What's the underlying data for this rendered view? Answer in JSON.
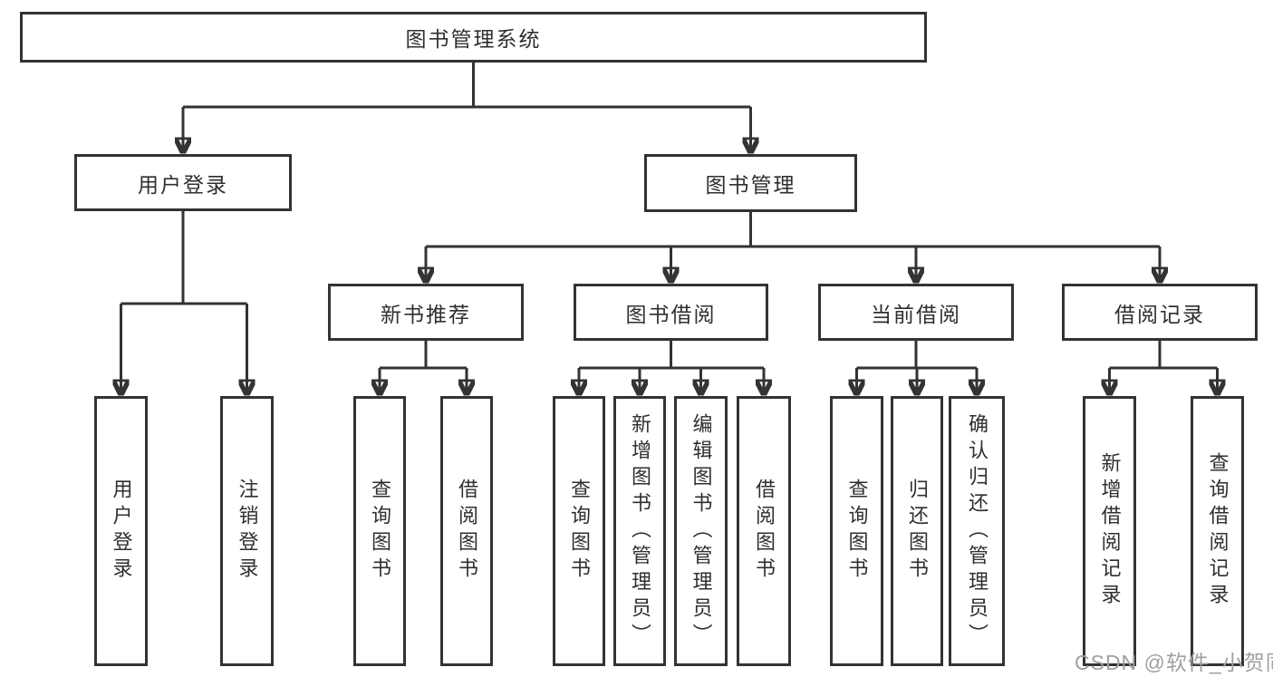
{
  "diagram_type": "functional-structure-tree",
  "colors": {
    "line": "#333333",
    "text": "#2f2f2f",
    "background": "#ffffff",
    "watermark": "#a0a0a0"
  },
  "tree": {
    "root": {
      "label": "图书管理系统",
      "children": [
        {
          "label": "用户登录",
          "children": [
            {
              "label": "用户登录"
            },
            {
              "label": "注销登录"
            }
          ]
        },
        {
          "label": "图书管理",
          "children": [
            {
              "label": "新书推荐",
              "children": [
                {
                  "label": "查询图书"
                },
                {
                  "label": "借阅图书"
                }
              ]
            },
            {
              "label": "图书借阅",
              "children": [
                {
                  "label": "查询图书"
                },
                {
                  "label": "新增图书（管理员）"
                },
                {
                  "label": "编辑图书（管理员）"
                },
                {
                  "label": "借阅图书"
                }
              ]
            },
            {
              "label": "当前借阅",
              "children": [
                {
                  "label": "查询图书"
                },
                {
                  "label": "归还图书"
                },
                {
                  "label": "确认归还（管理员）"
                }
              ]
            },
            {
              "label": "借阅记录",
              "children": [
                {
                  "label": "新增借阅记录"
                },
                {
                  "label": "查询借阅记录"
                }
              ]
            }
          ]
        }
      ]
    }
  },
  "watermark": {
    "text": "CSDN @软件_小贺同学"
  }
}
